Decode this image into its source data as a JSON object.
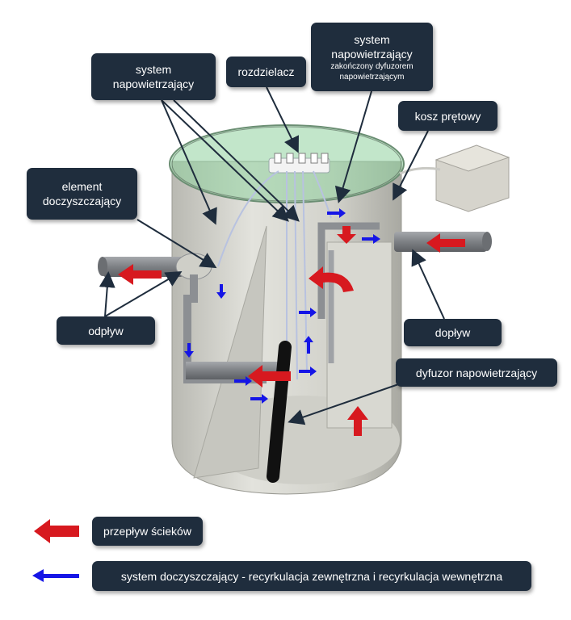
{
  "labels": {
    "system_left": [
      "system",
      "napowietrzający"
    ],
    "rozdzielacz": "rozdzielacz",
    "system_top": {
      "line1": "system",
      "line2": "napowietrzający",
      "line3": "zakończony dyfuzorem",
      "line4": "napowietrzającym"
    },
    "kosz": "kosz prętowy",
    "element": [
      "element",
      "doczyszczający"
    ],
    "odplyw": "odpływ",
    "doplyw": "dopływ",
    "dyfuzor": "dyfuzor napowietrzający"
  },
  "legend": {
    "red": {
      "text": "przepływ ścieków",
      "color": "#d7191f"
    },
    "blue": {
      "text": "system doczyszczający - recyrkulacja zewnętrzna i recyrkulacja wewnętrzna",
      "color": "#1515e6"
    }
  },
  "colors": {
    "label_bg": "#1f2d3d",
    "tank": "#dcdcd6",
    "lid": "#8fd19e",
    "pipe": "#8c8f93"
  }
}
